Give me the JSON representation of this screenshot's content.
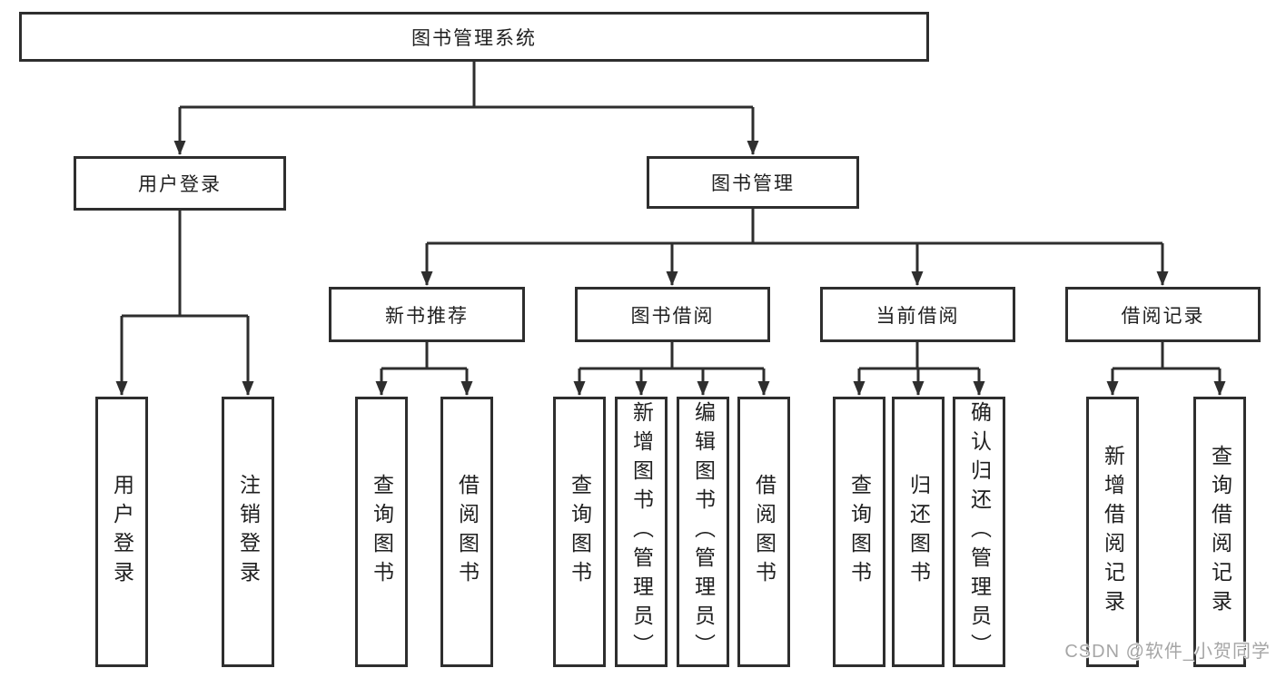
{
  "nodes": {
    "root": "图书管理系统",
    "user_login": "用户登录",
    "book_management": "图书管理",
    "new_book_recommend": "新书推荐",
    "book_borrow": "图书借阅",
    "current_borrow": "当前借阅",
    "borrow_records": "借阅记录",
    "leaves": {
      "user_login": [
        "用户登录",
        "注销登录"
      ],
      "new_book_recommend": [
        "查询图书",
        "借阅图书"
      ],
      "book_borrow": [
        "查询图书",
        "新增图书（管理员）",
        "编辑图书（管理员）",
        "借阅图书"
      ],
      "current_borrow": [
        "查询图书",
        "归还图书",
        "确认归还（管理员）"
      ],
      "borrow_records": [
        "新增借阅记录",
        "查询借阅记录"
      ]
    }
  },
  "watermark": "CSDN @软件_小贺同学",
  "colors": {
    "line": "#2e2e2e",
    "text": "#1f1f1f",
    "bg": "#ffffff",
    "watermark": "#a6a6a6"
  }
}
